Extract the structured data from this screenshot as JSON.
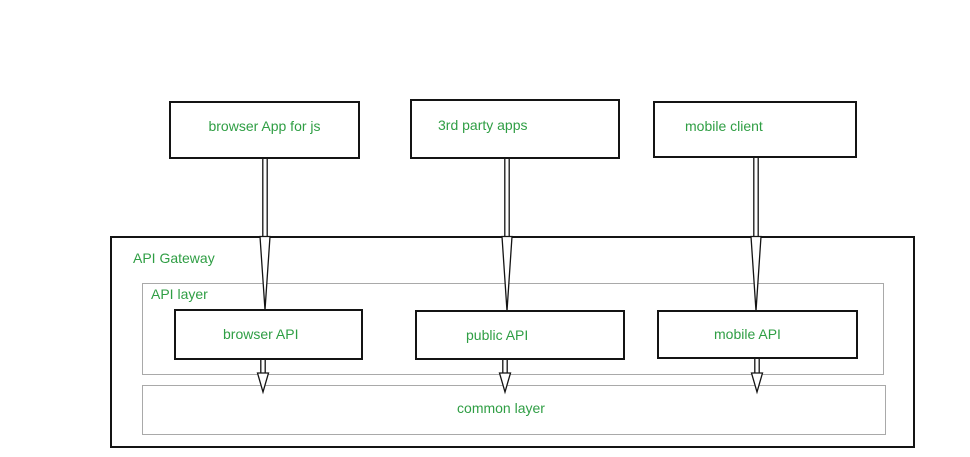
{
  "diagram": {
    "type": "architecture-diagram",
    "clients": [
      {
        "label": "browser App for js"
      },
      {
        "label": "3rd party apps"
      },
      {
        "label": "mobile client"
      }
    ],
    "gateway": {
      "label": "API Gateway",
      "api_layer": {
        "label": "API layer",
        "apis": [
          {
            "label": "browser API"
          },
          {
            "label": "public API"
          },
          {
            "label": "mobile API"
          }
        ]
      },
      "common_layer": {
        "label": "common layer"
      }
    },
    "edges": [
      {
        "from": "browser App for js",
        "to": "browser API"
      },
      {
        "from": "3rd party apps",
        "to": "public API"
      },
      {
        "from": "mobile client",
        "to": "mobile API"
      },
      {
        "from": "browser API",
        "to": "common layer"
      },
      {
        "from": "public API",
        "to": "common layer"
      },
      {
        "from": "mobile API",
        "to": "common layer"
      }
    ],
    "colors": {
      "label_green": "#2f9e44",
      "border_black": "#141414",
      "border_gray": "#a9a9a9",
      "background": "#ffffff"
    }
  }
}
